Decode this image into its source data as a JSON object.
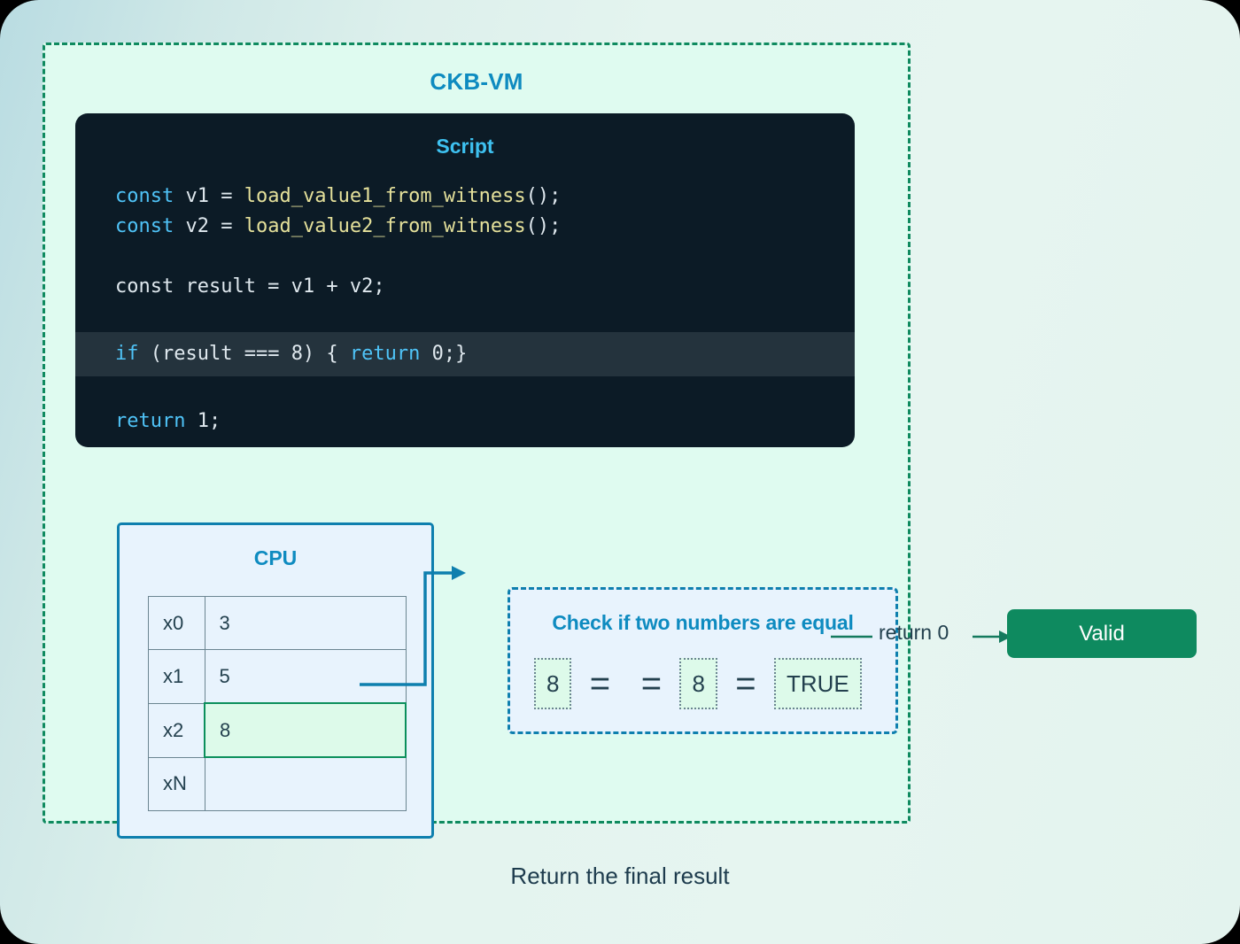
{
  "diagram": {
    "vm": {
      "title": "CKB-VM",
      "border_color": "#0f8a5f",
      "fill_color": "#dffbf0"
    },
    "script": {
      "title": "Script",
      "background": "#0c1b26",
      "highlight_background": "#24333d",
      "lines": [
        {
          "id": "l1",
          "highlighted": false,
          "tokens": [
            {
              "t": "const ",
              "c": "kw"
            },
            {
              "t": "v1 = ",
              "c": "plain"
            },
            {
              "t": "load_value1_from_witness",
              "c": "fn"
            },
            {
              "t": "();",
              "c": "plain"
            }
          ]
        },
        {
          "id": "l2",
          "highlighted": false,
          "tokens": [
            {
              "t": "const ",
              "c": "kw"
            },
            {
              "t": "v2 = ",
              "c": "plain"
            },
            {
              "t": "load_value2_from_witness",
              "c": "fn"
            },
            {
              "t": "();",
              "c": "plain"
            }
          ]
        },
        {
          "id": "l3",
          "highlighted": false,
          "tokens": []
        },
        {
          "id": "l4",
          "highlighted": false,
          "tokens": [
            {
              "t": "const result = v1 + v2;",
              "c": "plain"
            }
          ]
        },
        {
          "id": "l5",
          "highlighted": false,
          "tokens": []
        },
        {
          "id": "l6",
          "highlighted": true,
          "tokens": [
            {
              "t": "if ",
              "c": "kw"
            },
            {
              "t": "(result === 8) { ",
              "c": "plain"
            },
            {
              "t": "return ",
              "c": "kw"
            },
            {
              "t": "0;}",
              "c": "plain"
            }
          ]
        },
        {
          "id": "l7",
          "highlighted": false,
          "tokens": []
        },
        {
          "id": "l8",
          "highlighted": false,
          "tokens": [
            {
              "t": "return ",
              "c": "kw"
            },
            {
              "t": "1;",
              "c": "plain"
            }
          ]
        }
      ]
    },
    "cpu": {
      "title": "CPU",
      "border_color": "#0e7fae",
      "registers": [
        {
          "name": "x0",
          "value": "3",
          "active": false
        },
        {
          "name": "x1",
          "value": "5",
          "active": false
        },
        {
          "name": "x2",
          "value": "8",
          "active": true
        },
        {
          "name": "xN",
          "value": "",
          "active": false
        }
      ]
    },
    "check": {
      "title": "Check if two numbers are equal",
      "expression": [
        {
          "kind": "chip",
          "text": "8"
        },
        {
          "kind": "eq",
          "text": "="
        },
        {
          "kind": "eq",
          "text": "="
        },
        {
          "kind": "chip",
          "text": "8"
        },
        {
          "kind": "eq",
          "text": "="
        },
        {
          "kind": "chip",
          "text": "TRUE"
        }
      ]
    },
    "result": {
      "return_label": "return 0",
      "badge_label": "Valid",
      "badge_color": "#0e8a5f"
    },
    "caption": "Return the final result"
  }
}
